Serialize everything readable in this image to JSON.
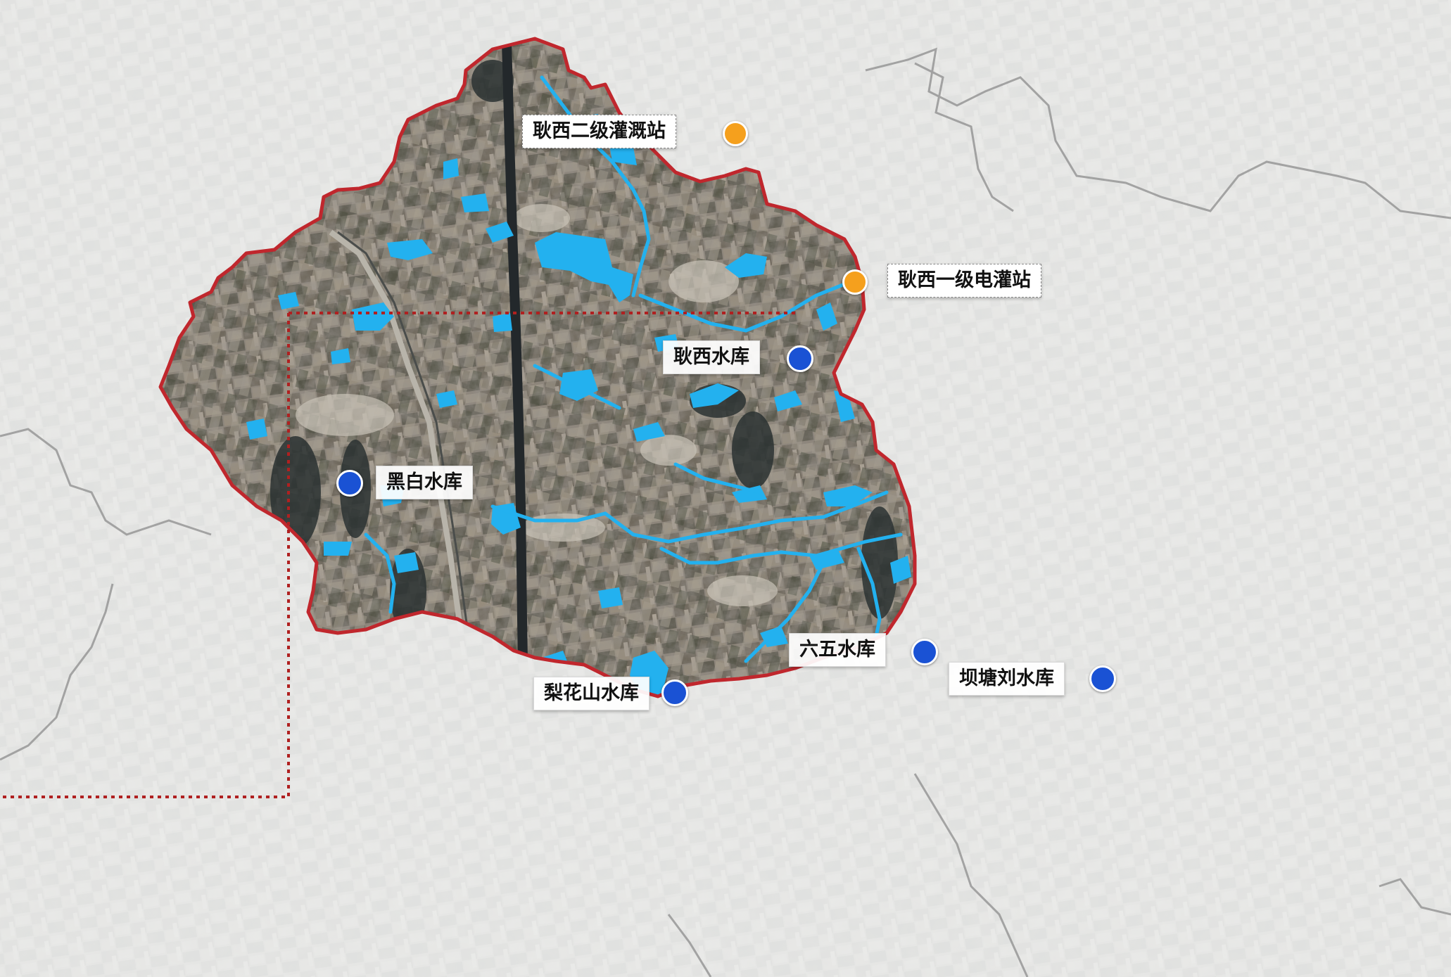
{
  "map": {
    "colors": {
      "boundary": "#c0272d",
      "water": "#29b6f6",
      "outside_tint": "#e3e6e6",
      "satellite_base": "#8a8276",
      "reservoir_marker": "#1a52d4",
      "station_marker": "#f5a01d",
      "extent_box": "#b02020"
    },
    "legend_none": "",
    "reservoirs": [
      {
        "id": "gengxi",
        "label": "耿西水库"
      },
      {
        "id": "heibai",
        "label": "黑白水库"
      },
      {
        "id": "lihuashan",
        "label": "梨花山水库"
      },
      {
        "id": "liuwu",
        "label": "六五水库"
      },
      {
        "id": "batangliu",
        "label": "坝塘刘水库"
      }
    ],
    "stations": [
      {
        "id": "gengxi2",
        "label": "耿西二级灌溉站"
      },
      {
        "id": "gengxi1",
        "label": "耿西一级电灌站"
      }
    ]
  }
}
